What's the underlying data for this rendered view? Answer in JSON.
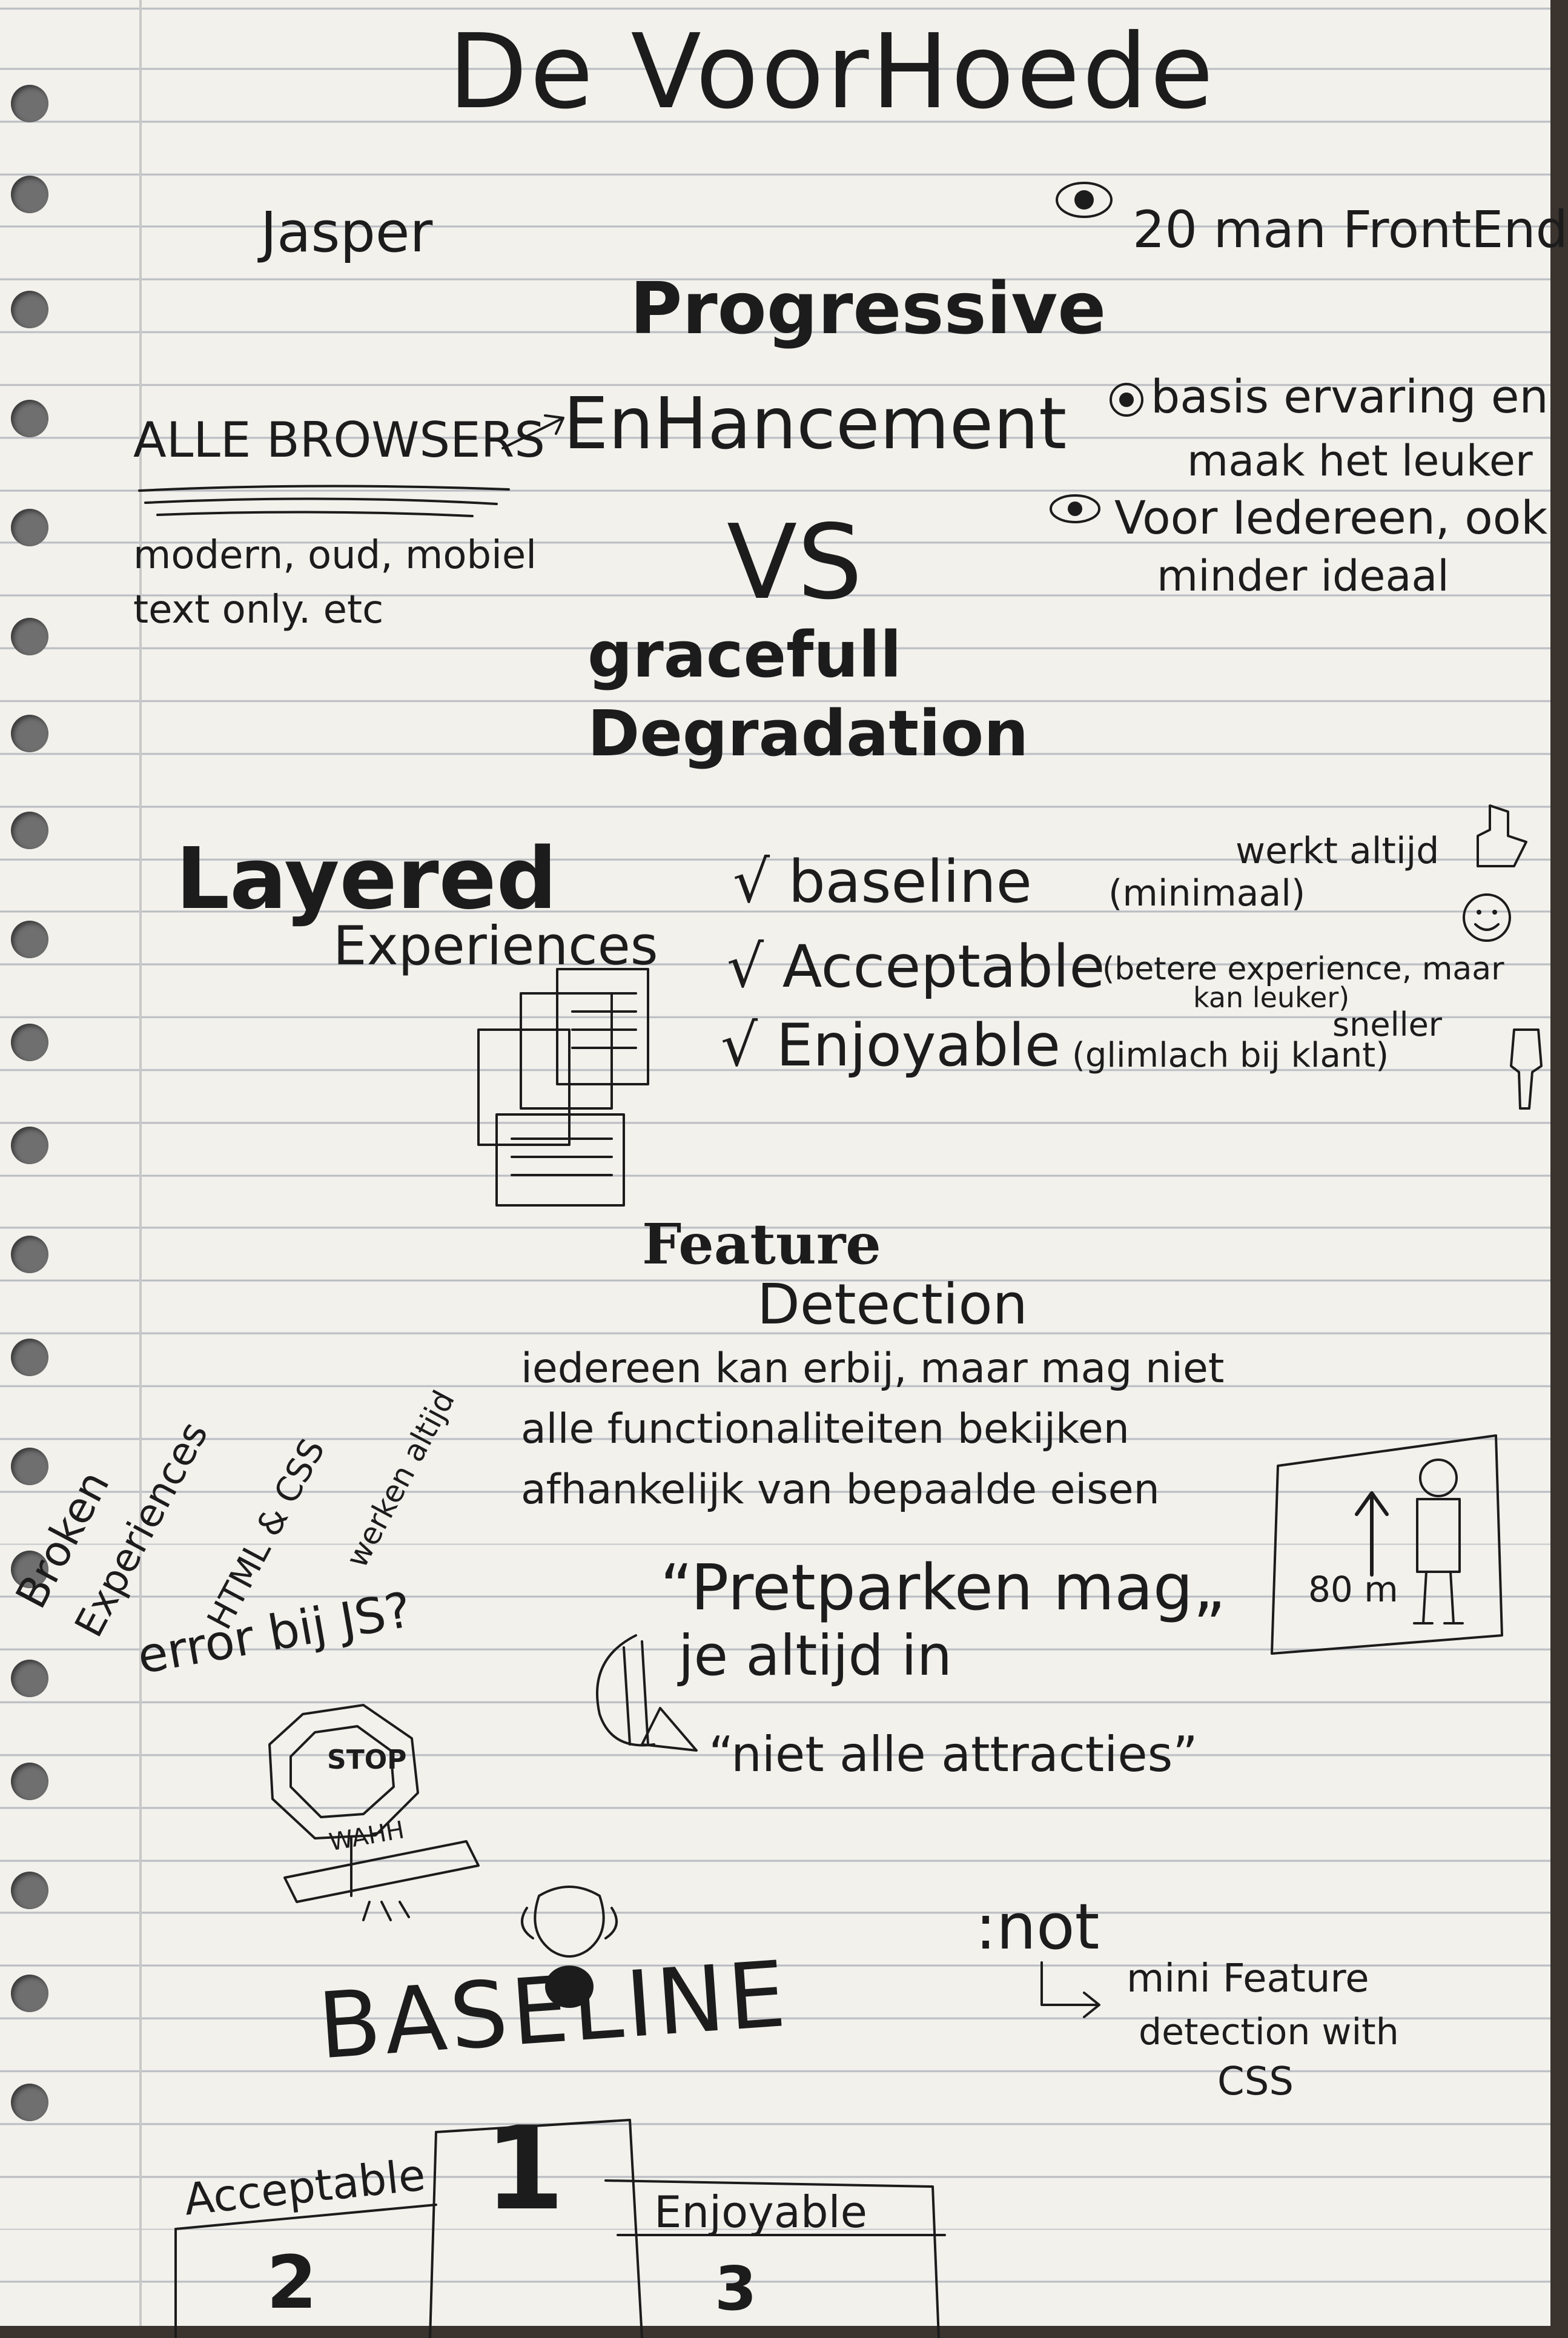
{
  "title": "De VoorHoede",
  "speaker": "Jasper",
  "team_note": "20 man FrontEnd",
  "main_title": {
    "line1": "Progressive",
    "line2": "EnHancement",
    "vs": "VS",
    "line3": "gracefull",
    "line4": "Degradation"
  },
  "browsers": {
    "heading": "ALLE BROWSERS",
    "line1": "modern, oud, mobiel",
    "line2": "text only. etc"
  },
  "pe_notes": {
    "note1_line1": "basis ervaring en",
    "note1_line2": "maak het leuker",
    "note2_line1": "Voor Iedereen, ook",
    "note2_line2": "minder ideaal"
  },
  "layered": {
    "heading": "Layered",
    "subheading": "Experiences",
    "items": [
      {
        "label": "√ baseline",
        "note": "(minimaal)"
      },
      {
        "label": "√ Acceptable",
        "note": "(betere experience, maar"
      },
      {
        "label": "√ Enjoyable",
        "note": "(glimlach bij klant)"
      }
    ],
    "note_werkt": "werkt altijd",
    "note_leuker": "kan leuker)",
    "note_sneller": "sneller"
  },
  "feature_detection": {
    "heading_line1": "Feature",
    "heading_line2": "Detection",
    "line1": "iedereen kan erbij, maar mag niet",
    "line2": "alle functionaliteiten bekijken",
    "line3": "afhankelijk van bepaalde eisen",
    "height_label": "80 m"
  },
  "broken": {
    "line1": "Broken",
    "line2": "Experiences",
    "line3": "HTML & CSS",
    "line4": "werken altijd",
    "question": "error bij JS?",
    "stop": "STOP",
    "sign": "WAHH"
  },
  "pretpark": {
    "line1": "“Pretparken mag„",
    "line2": "je altijd in",
    "line3": "“niet alle attracties”"
  },
  "not_note": {
    "selector": ":not",
    "line1": "mini Feature",
    "line2": "detection with",
    "line3": "CSS"
  },
  "podium": {
    "heading": "BASELINE",
    "first": "1",
    "second_label": "Acceptable",
    "second": "2",
    "third_label": "Enjoyable",
    "third": "3"
  },
  "colors": {
    "paper": "#f2f1ec",
    "ink": "#1c1c1c",
    "rule": "#b9bcc2",
    "background": "#3a332e"
  }
}
